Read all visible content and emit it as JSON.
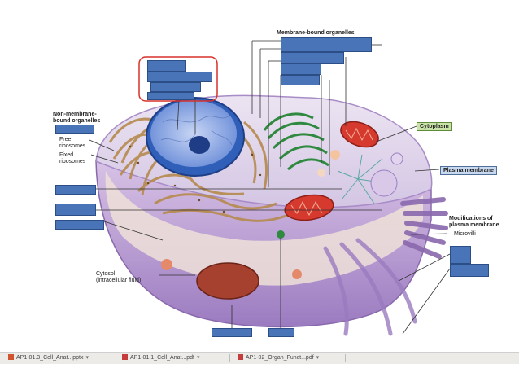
{
  "labels": {
    "membrane_bound": "Membrane-bound organelles",
    "non_membrane_bound": "Non-membrane-\nbound organelles",
    "free_ribosomes": "Free\nribosomes",
    "fixed_ribosomes": "Fixed\nribosomes",
    "cytoplasm": "Cytoplasm",
    "plasma_membrane": "Plasma membrane",
    "modifications": "Modifications of\nplasma membrane",
    "microvilli": "Microvilli",
    "cytosol": "Cytosol\n(intracellular fluid)"
  },
  "taskbar": {
    "tabs": [
      "AP1-01.3_Cell_Anat...pptx",
      "AP1-01.1_Cell_Anat...pdf",
      "AP1-02_Organ_Funct...pdf"
    ]
  },
  "colors": {
    "blank_box": "#4a74b8",
    "highlight": "#d9302b",
    "cell_membrane": "#b79ad2"
  }
}
